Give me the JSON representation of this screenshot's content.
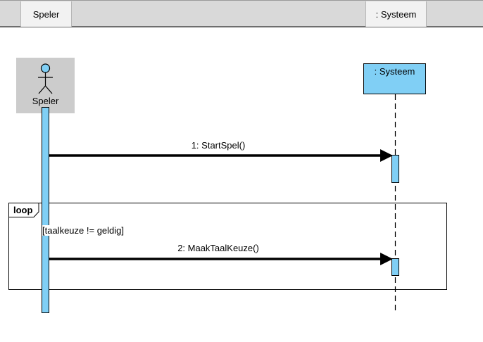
{
  "header": {
    "tabs": [
      {
        "label": "Speler"
      },
      {
        "label": ": Systeem"
      }
    ]
  },
  "lifelines": {
    "actor": {
      "label": "Speler"
    },
    "system": {
      "label": ": Systeem"
    }
  },
  "messages": [
    {
      "label": "1: StartSpel()"
    },
    {
      "label": "2: MaakTaalKeuze()"
    }
  ],
  "fragment": {
    "operator": "loop",
    "guard": "[taalkeuze != geldig]"
  },
  "colors": {
    "lifeline_fill": "#80cff5",
    "actor_box_fill": "#cccccc",
    "header_bg": "#d9d9d9"
  }
}
